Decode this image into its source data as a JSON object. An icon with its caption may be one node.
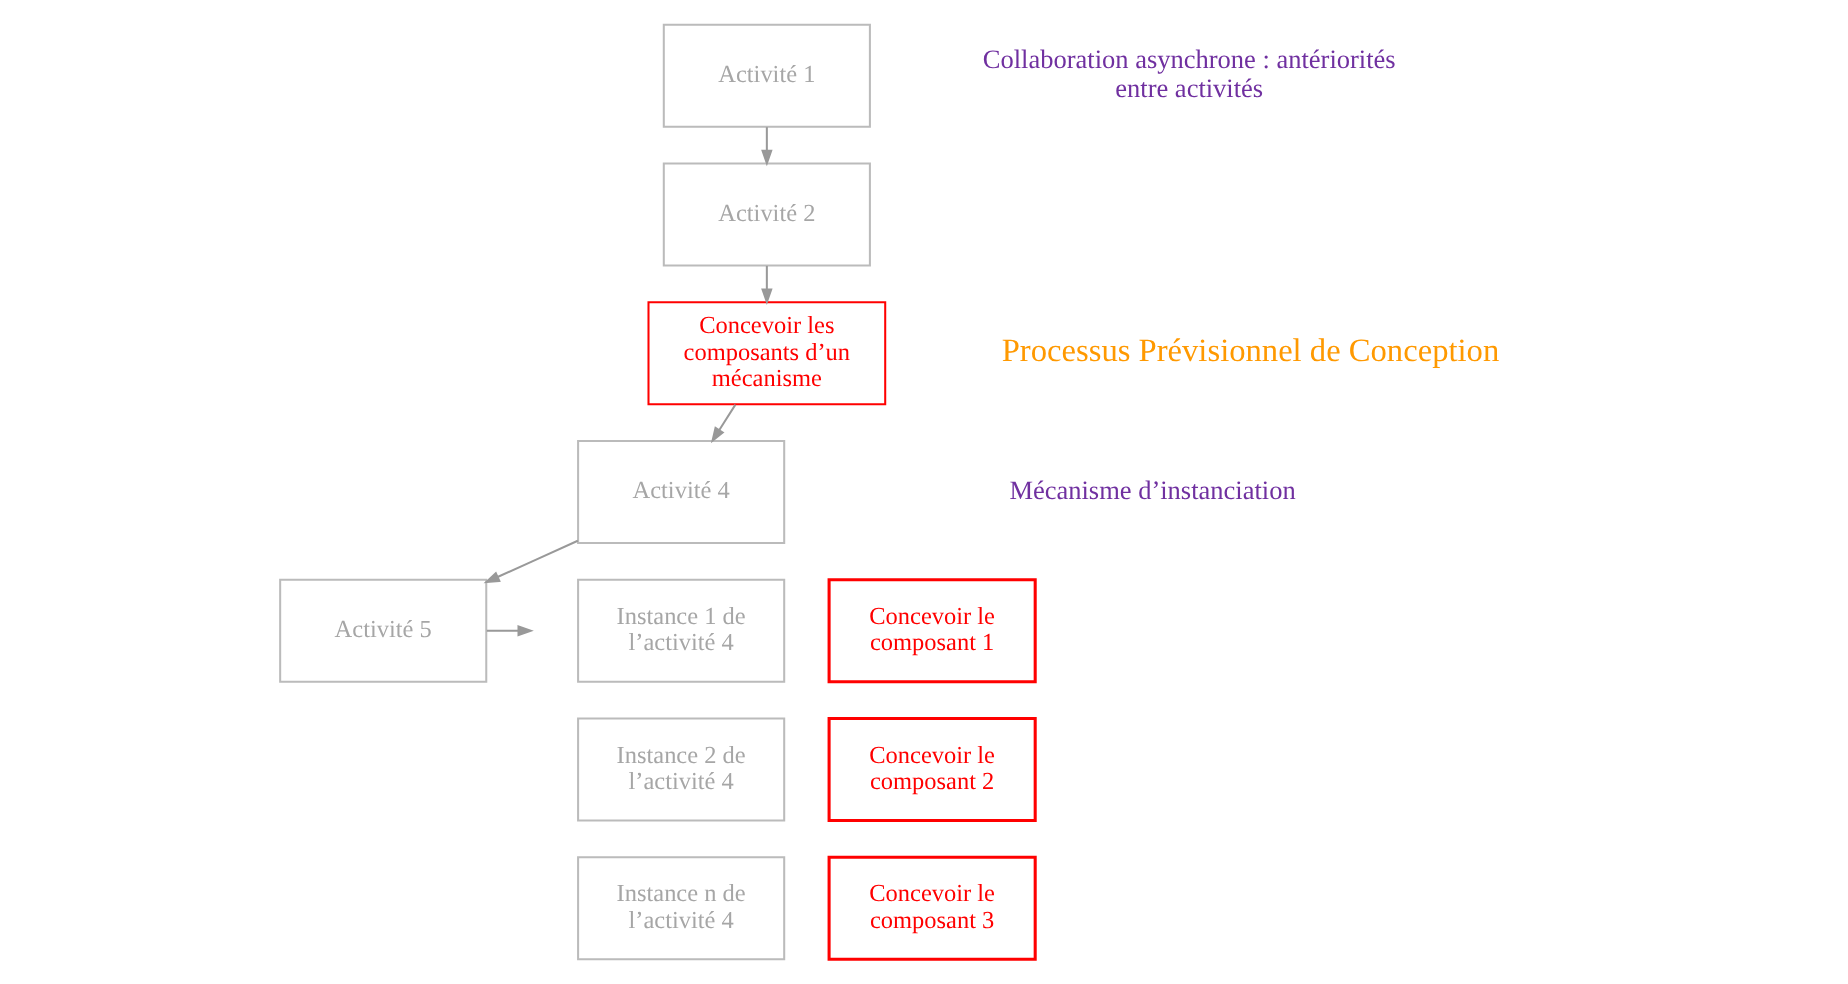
{
  "diagram": {
    "nodes": [
      {
        "text": [
          "Activité 1"
        ]
      },
      {
        "text": [
          "Activité 2"
        ]
      },
      {
        "text": [
          "Concevoir les composants d’un mécanisme"
        ]
      },
      {
        "text": [
          "Activité 4"
        ]
      },
      {
        "text": [
          "Activité 5"
        ]
      },
      {
        "text": [
          "Concevoir le composant 1"
        ]
      },
      {
        "text": [
          "Concevoir le composant 2"
        ]
      },
      {
        "text": [
          "Concevoir le composant 3"
        ]
      },
      {
        "text": [
          "Instance 1 de l’activité 4"
        ]
      },
      {
        "text": [
          "Instance 2 de l’activité 4"
        ]
      },
      {
        "text": [
          "Instance n de l’activité 4"
        ]
      }
    ],
    "edges": [
      {
        "from": 0,
        "to": 1,
        "arrow": "to"
      },
      {
        "from": 1,
        "to": 2,
        "arrow": "to"
      },
      {
        "from": 2,
        "to": 3,
        "arrow": "to"
      },
      {
        "from": 3,
        "to": 4,
        "arrow": "to"
      },
      {
        "from": 4,
        "to": null,
        "arrow": "to"
      }
    ],
    "labels": [
      "Collaboration asynchrone : antériorités entre activités",
      "Processus Prévisionnel de Conception",
      "Mécanisme d’instanciation"
    ]
  }
}
